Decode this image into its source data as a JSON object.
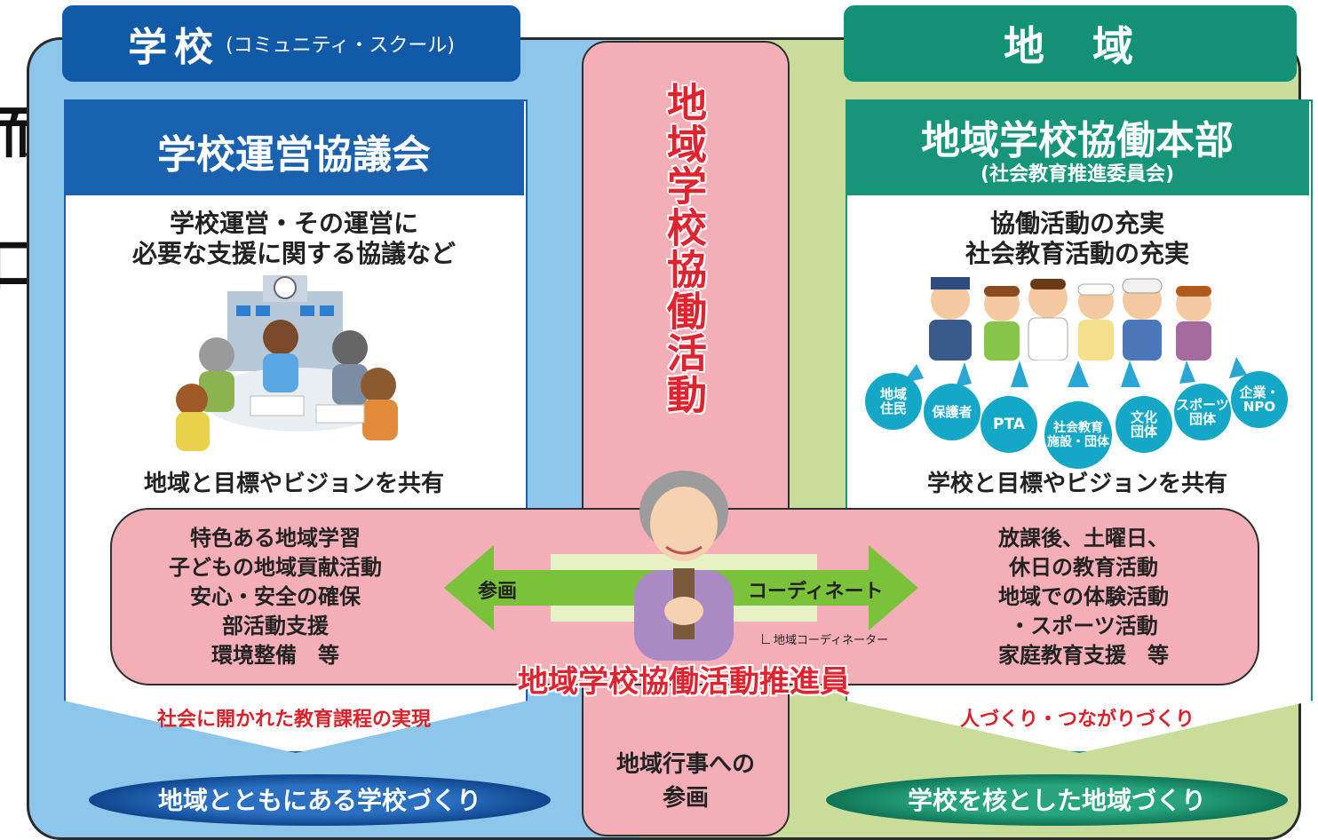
{
  "left_fragments": [
    "而",
    "口"
  ],
  "school": {
    "tab_main": "学校",
    "tab_sub": "(コミュニティ・スクール)",
    "council_title": "学校運営協議会",
    "council_desc_1": "学校運営・その運営に",
    "council_desc_2": "必要な支援に関する協議など",
    "share": "地域と目標やビジョンを共有",
    "activities": [
      "特色ある地域学習",
      "子どもの地域貢献活動",
      "安心・安全の確保",
      "部活動支援",
      "環境整備　等"
    ],
    "result": "社会に開かれた教育課程の実現",
    "goal": "地域とともにある学校づくり"
  },
  "center": {
    "title_vertical": "地域学校協働活動",
    "arrow_left": "参画",
    "arrow_right": "コーディネート",
    "coordinator_note": "地域コーディネーター",
    "promoter": "地域学校協働活動推進員",
    "event_1": "地域行事への",
    "event_2": "参画"
  },
  "region": {
    "tab": "地　域",
    "hq_title": "地域学校協働本部",
    "hq_sub": "(社会教育推進委員会)",
    "hq_desc_1": "協働活動の充実",
    "hq_desc_2": "社会教育活動の充実",
    "groups": [
      {
        "line1": "地域",
        "line2": "住民"
      },
      {
        "line1": "保護者",
        "line2": ""
      },
      {
        "line1": "PTA",
        "line2": ""
      },
      {
        "line1": "社会教育",
        "line2": "施設・団体"
      },
      {
        "line1": "文化",
        "line2": "団体"
      },
      {
        "line1": "スポーツ",
        "line2": "団体"
      },
      {
        "line1": "企業・",
        "line2": "NPO"
      }
    ],
    "share": "学校と目標やビジョンを共有",
    "activities": [
      "放課後、土曜日、",
      "休日の教育活動",
      "地域での体験活動",
      "・スポーツ活動",
      "家庭教育支援　等"
    ],
    "result": "人づくり・つながりづくり",
    "goal": "学校を核とした地域づくり"
  },
  "colors": {
    "school_blue": "#115aa8",
    "region_green": "#139277",
    "pink": "#f3aeb7",
    "accent_red": "#e0242f",
    "arrow_green": "#7ac23a"
  }
}
